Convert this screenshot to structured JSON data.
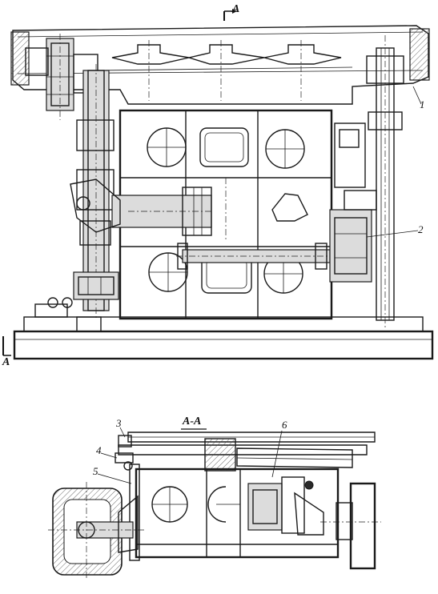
{
  "drawing": {
    "section_mark_top": "A",
    "section_mark_left": "A",
    "section_title": "A-A",
    "callouts": {
      "c1": "1",
      "c2": "2",
      "c3": "3",
      "c4": "4",
      "c5": "5",
      "c6": "6"
    }
  }
}
